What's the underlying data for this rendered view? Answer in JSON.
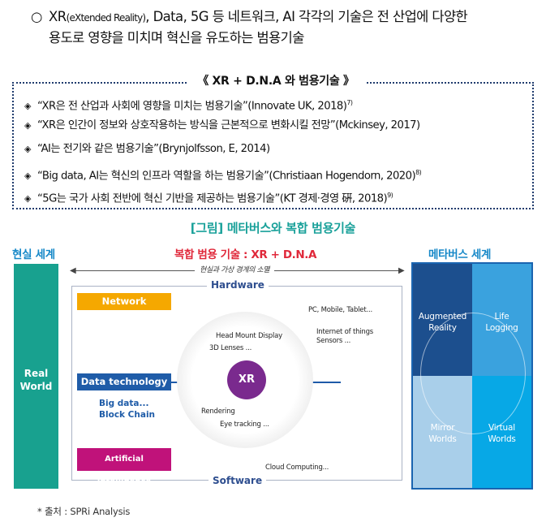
{
  "intro": {
    "bullet": "○",
    "line1_a": "XR",
    "line1_small": "(eXtended Reality)",
    "line1_b": ", Data, 5G 등 네트워크, AI 각각의 기술은 전 산업에 다양한",
    "line2": "용도로 영향을 미치며 혁신을 유도하는 범용기술"
  },
  "box": {
    "title": "《 XR + D.N.A 와 범용기술 》",
    "quotes": [
      {
        "text": "“XR은 전 산업과 사회에 영향을 미치는 범용기술”(Innovate UK, 2018)",
        "sup": "7)"
      },
      {
        "text": "“XR은 인간이 정보와 상호작용하는 방식을 근본적으로 변화시킬 전망”(Mckinsey, 2017)",
        "sup": ""
      },
      {
        "text": "“AI는 전기와 같은 범용기술”(Brynjolfsson, E, 2014)",
        "sup": ""
      },
      {
        "text": "“Big data, AI는 혁신의 인프라 역할을 하는 범용기술”(Christiaan Hogendorn, 2020)",
        "sup": "8)"
      },
      {
        "text": "“5G는 국가 사회 전반에 혁신 기반을 제공하는 범용기술”(KT 경제·경영 硏, 2018)",
        "sup": "9)"
      }
    ],
    "diamond": "◈"
  },
  "figure": {
    "caption": "[그림] 메타버스와 복합 범용기술",
    "real_world_label": "현실 세계",
    "compound_label": "복합 범용 기술 : XR + D.N.A",
    "metaverse_label": "메타버스 세계",
    "real_world_bar": [
      "Real",
      "World"
    ],
    "arrow_label": "현실과 가상 경계의 소멸",
    "hardware": "Hardware",
    "software": "Software",
    "network": "Network",
    "data_technology": "Data technology",
    "data_sub": [
      "Big data...",
      "Block Chain"
    ],
    "ai": "Artificial Intelligence",
    "labels": {
      "pc": "PC, Mobile, Tablet...",
      "iot1": "Internet of things",
      "iot2": "Sensors ...",
      "hmd": "Head Mount Display",
      "lenses": "3D Lenses ...",
      "rendering": "Rendering",
      "eye": "Eye tracking ...",
      "cloud": "Cloud Computing..."
    },
    "xr": "XR",
    "quadrants": {
      "augmented": [
        "Augmented",
        "Reality"
      ],
      "life": [
        "Life",
        "Logging"
      ],
      "mirror": [
        "Mirror",
        "Worlds"
      ],
      "virtual": [
        "Virtual",
        "Worlds"
      ]
    },
    "colors": {
      "teal": "#18a18f",
      "network": "#f5a800",
      "data": "#1f5ca8",
      "ai": "#c0127a",
      "xr": "#7a2a8e",
      "red": "#e0283a"
    }
  },
  "source": "* 출처 : SPRi Analysis"
}
